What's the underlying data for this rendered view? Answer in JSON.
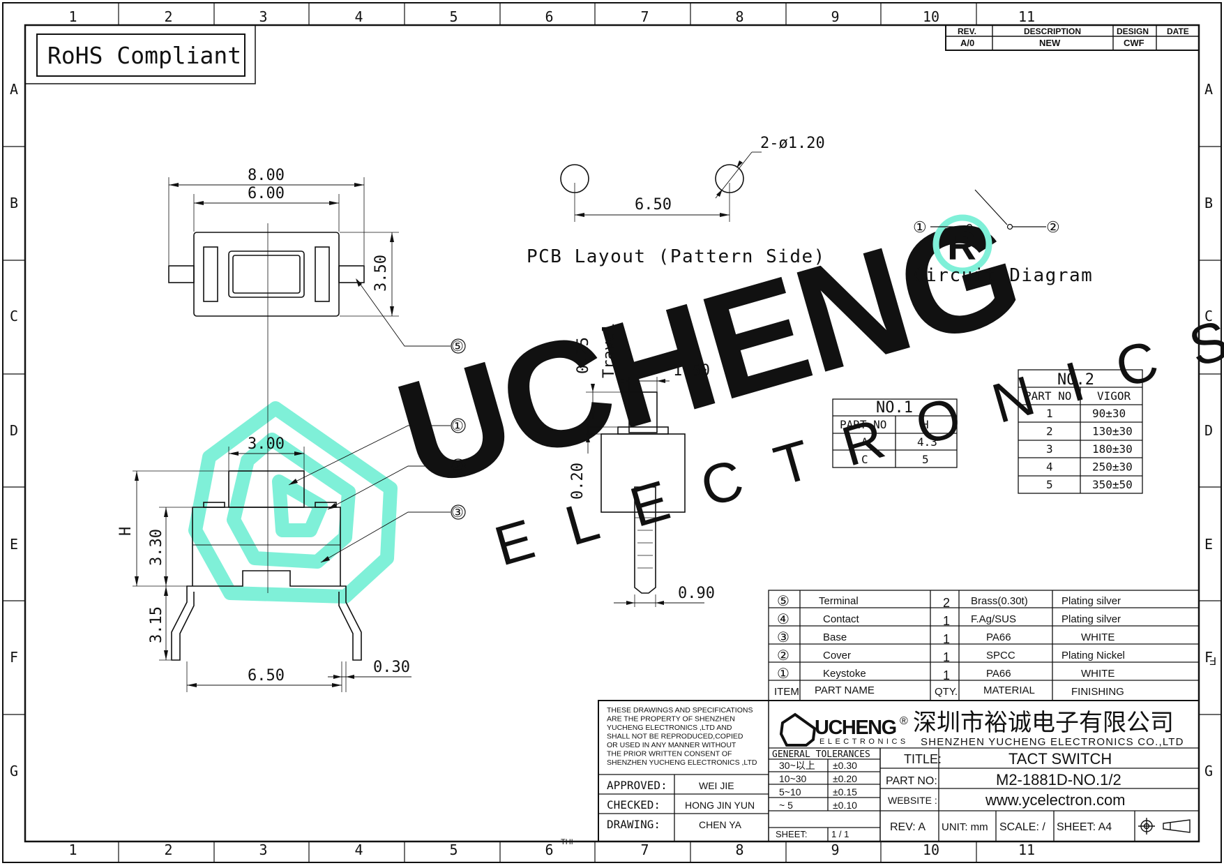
{
  "frame": {
    "columns": [
      "1",
      "2",
      "3",
      "4",
      "5",
      "6",
      "7",
      "8",
      "9",
      "10",
      "11"
    ],
    "rows": [
      "A",
      "B",
      "C",
      "D",
      "E",
      "F",
      "G"
    ]
  },
  "rohs": "RoHS Compliant",
  "revision": {
    "headers": [
      "REV.",
      "DESCRIPTION",
      "DESIGN",
      "DATE"
    ],
    "row": [
      "A/0",
      "NEW",
      "CWF",
      ""
    ]
  },
  "watermark": {
    "main": "UCHENG",
    "sub": "ELECTRONICS",
    "color": "#7ff0d8"
  },
  "dims": {
    "width_outer": "8.00",
    "width_inner": "6.00",
    "height_top": "3.50",
    "plunger": "3.00",
    "h_label": "H",
    "body_h": "3.30",
    "leg_h": "3.15",
    "pitch": "6.50",
    "pin_thick": "0.30",
    "travel_val": "0.25",
    "travel_label": "Travel",
    "stem_w": "1.50",
    "gap": "0.20",
    "pin_w": "0.90",
    "pcb_pitch": "6.50",
    "hole": "2-ø1.20"
  },
  "callouts": [
    "⑤",
    "①",
    "②",
    "③"
  ],
  "pcb_title": "PCB Layout (Pattern Side)",
  "circuit": {
    "title": "Circuit Diagram",
    "p1": "①",
    "p2": "②"
  },
  "no1": {
    "title": "NO.1",
    "headers": [
      "PART NO",
      "H"
    ],
    "rows": [
      [
        "A",
        "4.3"
      ],
      [
        "C",
        "5"
      ]
    ]
  },
  "no2": {
    "title": "NO.2",
    "headers": [
      "PART NO",
      "VIGOR"
    ],
    "rows": [
      [
        "1",
        "90±30"
      ],
      [
        "2",
        "130±30"
      ],
      [
        "3",
        "180±30"
      ],
      [
        "4",
        "250±30"
      ],
      [
        "5",
        "350±50"
      ]
    ]
  },
  "bom": {
    "rows": [
      [
        "⑤",
        "Terminal",
        "2",
        "Brass(0.30t)",
        "Plating silver"
      ],
      [
        "④",
        "Contact",
        "1",
        "F.Ag/SUS",
        "Plating silver"
      ],
      [
        "③",
        "Base",
        "1",
        "PA66",
        "WHITE"
      ],
      [
        "②",
        "Cover",
        "1",
        "SPCC",
        "Plating Nickel"
      ],
      [
        "①",
        "Keystoke",
        "1",
        "PA66",
        "WHITE"
      ]
    ],
    "headers": [
      "ITEM",
      "PART NAME",
      "QTY.",
      "MATERIAL",
      "FINISHING"
    ]
  },
  "notice": [
    "THESE DRAWINGS AND SPECIFICATIONS",
    "ARE THE PROPERTY OF SHENZHEN",
    " YUCHENG ELECTRONICS ,LTD AND",
    " SHALL NOT BE REPRODUCED,COPIED",
    "OR USED IN ANY MANNER WITHOUT",
    "THE PRIOR WRITTEN CONSENT OF",
    "SHENZHEN YUCHENG ELECTRONICS ,LTD"
  ],
  "company": {
    "logo": "UCHENG",
    "logo_sub": "ELECTRONICS",
    "reg": "®",
    "cn": "深圳市裕诚电子有限公司",
    "en": "SHENZHEN YUCHENG ELECTRONICS CO.,LTD"
  },
  "tolerances": {
    "title": "GENERAL TOLERANCES",
    "rows": [
      [
        "30~以上",
        "±0.30"
      ],
      [
        "10~30",
        "±0.20"
      ],
      [
        "5~10",
        "±0.15"
      ],
      [
        "~ 5",
        "±0.10"
      ]
    ],
    "sheet_label": "SHEET:",
    "sheet_val": "1 / 1"
  },
  "sign": [
    {
      "label": "APPROVED:",
      "name": "WEI JIE"
    },
    {
      "label": "CHECKED:",
      "name": "HONG JIN YUN"
    },
    {
      "label": "DRAWING:",
      "name": "CHEN YA"
    }
  ],
  "title_block": {
    "title_label": "TITLE:",
    "title": "TACT SWITCH",
    "part_label": "PART NO:",
    "part": "M2-1881D-NO.1/2",
    "web_label": "WEBSITE :",
    "web": "www.ycelectron.com",
    "rev": "REV: A",
    "unit": "UNIT: mm",
    "scale": "SCALE: /",
    "sheet": "SHEET: A4"
  },
  "misc": {
    "thi": "THI",
    "edge_f": "F"
  }
}
